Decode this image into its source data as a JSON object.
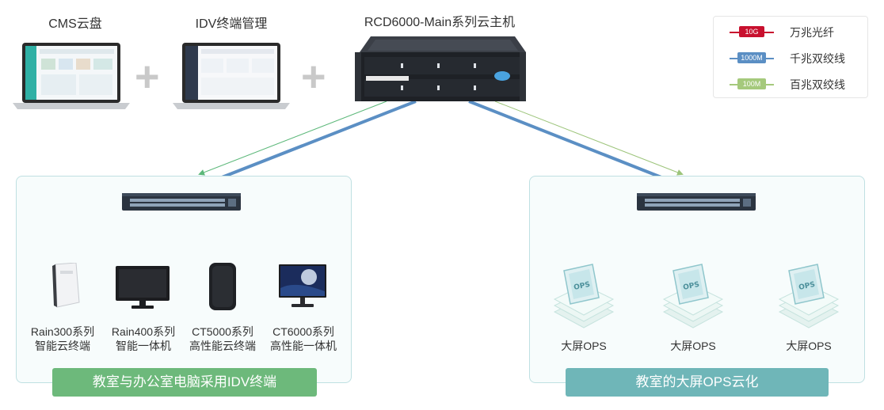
{
  "top": {
    "cms_label": "CMS云盘",
    "idv_label": "IDV终端管理",
    "server_label": "RCD6000-Main系列云主机"
  },
  "legend": {
    "items": [
      {
        "tag": "10G",
        "label": "万兆光纤",
        "color": "#c8102e"
      },
      {
        "tag": "1000M",
        "label": "千兆双绞线",
        "color": "#5b8fc4"
      },
      {
        "tag": "100M",
        "label": "百兆双绞线",
        "color": "#a5c97c"
      }
    ]
  },
  "left_zone": {
    "banner": "教室与办公室电脑采用IDV终端",
    "banner_color": "#6db97b",
    "devices": [
      {
        "name": "Rain300系列",
        "desc": "智能云终端",
        "icon": "mini-pc-icon"
      },
      {
        "name": "Rain400系列",
        "desc": "智能一体机",
        "icon": "all-in-one-icon"
      },
      {
        "name": "CT5000系列",
        "desc": "高性能云终端",
        "icon": "tower-pc-icon"
      },
      {
        "name": "CT6000系列",
        "desc": "高性能一体机",
        "icon": "monitor-icon"
      }
    ]
  },
  "right_zone": {
    "banner": "教室的大屏OPS云化",
    "banner_color": "#6fb6b8",
    "devices": [
      {
        "name": "大屏OPS",
        "icon": "ops-module-icon"
      },
      {
        "name": "大屏OPS",
        "icon": "ops-module-icon"
      },
      {
        "name": "大屏OPS",
        "icon": "ops-module-icon"
      }
    ]
  },
  "colors": {
    "fiber": "#c8102e",
    "gigabit": "#5b8fc4",
    "fast": "#a5c97c",
    "green_link": "#7cbf83",
    "zone_border": "#bfe0e2"
  }
}
